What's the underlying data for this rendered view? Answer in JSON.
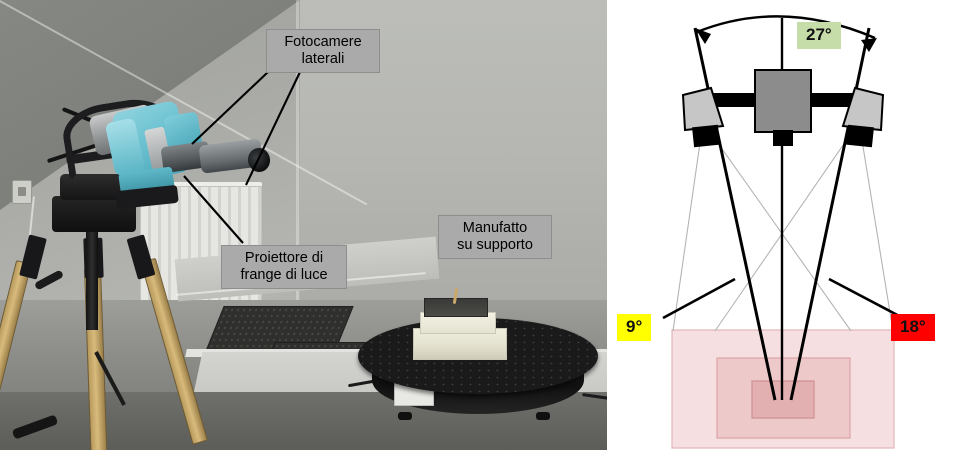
{
  "figure": {
    "title": "Setup di scansione 3D a luce strutturata",
    "panels": [
      "photo",
      "diagram"
    ]
  },
  "photo": {
    "labels": [
      {
        "id": "cameras",
        "text": "Fotocamere\nlaterali",
        "name": "label-fotocamere-laterali"
      },
      {
        "id": "projector",
        "text": "Proiettore di\nfrange di luce",
        "name": "label-proiettore-frange"
      },
      {
        "id": "artifact",
        "text": "Manufatto\nsu supporto",
        "name": "label-manufatto-supporto"
      }
    ],
    "label_style": {
      "background": "#aaaaaa",
      "border": "#8e8e8e",
      "text_color": "#000000"
    },
    "scene": {
      "scanner_color": "#6cc2d1",
      "tripod_color": "#c8a964",
      "turntable_color": "#1a1a1a",
      "artifact_color": "#e8e6d4",
      "room": "attic room with sloped ceiling, radiator, work table"
    }
  },
  "diagram": {
    "background": "#ffffff",
    "angles": [
      {
        "id": "27",
        "text": "27°",
        "background": "#c6ddaa",
        "text_color": "#111111",
        "meaning": "camera convergence angle"
      },
      {
        "id": "9",
        "text": "9°",
        "background": "#ffff00",
        "text_color": "#111111",
        "meaning": "left half-angle"
      },
      {
        "id": "18",
        "text": "18°",
        "background": "#ff0000",
        "text_color": "#111111",
        "meaning": "right half-angle"
      }
    ],
    "components": [
      {
        "name": "cross-bar",
        "color": "#000000"
      },
      {
        "name": "projector-body",
        "color": "#808080"
      },
      {
        "name": "left-camera",
        "color": "#c4c4c4"
      },
      {
        "name": "right-camera",
        "color": "#c4c4c4"
      },
      {
        "name": "lens-block",
        "color": "#000000"
      },
      {
        "name": "optical-axis",
        "color": "#000000"
      },
      {
        "name": "field-of-view",
        "color": "#b0b0b0"
      }
    ],
    "measurement_volumes": [
      {
        "name": "outer-volume",
        "color": "#f6dfe0",
        "border": "#e0b4b6"
      },
      {
        "name": "middle-volume",
        "color": "#eec9ca",
        "border": "#dda3a6"
      },
      {
        "name": "inner-volume",
        "color": "#e3b0b2",
        "border": "#cf9093"
      }
    ]
  }
}
